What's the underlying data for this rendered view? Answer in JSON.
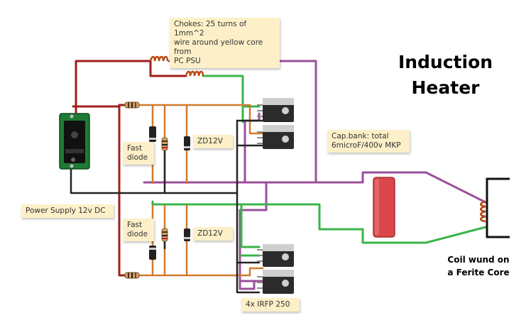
{
  "title": {
    "line1": "Induction",
    "line2": "Heater"
  },
  "notes": {
    "chokes": "Chokes: 25 turns of 1mm^2\nwire around yellow core from\nPC PSU",
    "cap_bank": "Cap.bank: total\n6microF/400v MKP",
    "power_supply": "Power Supply 12v DC",
    "fast_diode_top": "Fast\ndiode",
    "fast_diode_bottom": "Fast\ndiode",
    "zener_top": "ZD12V",
    "zener_bottom": "ZD12V",
    "mosfets": "4x IRFP 250"
  },
  "coil_caption": {
    "line1": "Coil wund on",
    "line2": "a Ferite Core"
  },
  "colors": {
    "red_wire": "#a01f1a",
    "purple_wire": "#9a4f9a",
    "green_wire": "#39b54a",
    "orange_wire": "#d07a2c",
    "black_wire": "#222222",
    "capacitor": "#d9474a",
    "pcb": "#1f7a33",
    "note_bg": "#fdf0c8"
  },
  "component_icons": [
    "power-jack-icon",
    "choke-coil-icon",
    "mosfet-icon",
    "resistor-icon",
    "diode-icon",
    "capacitor-icon",
    "ferrite-coil-icon"
  ]
}
